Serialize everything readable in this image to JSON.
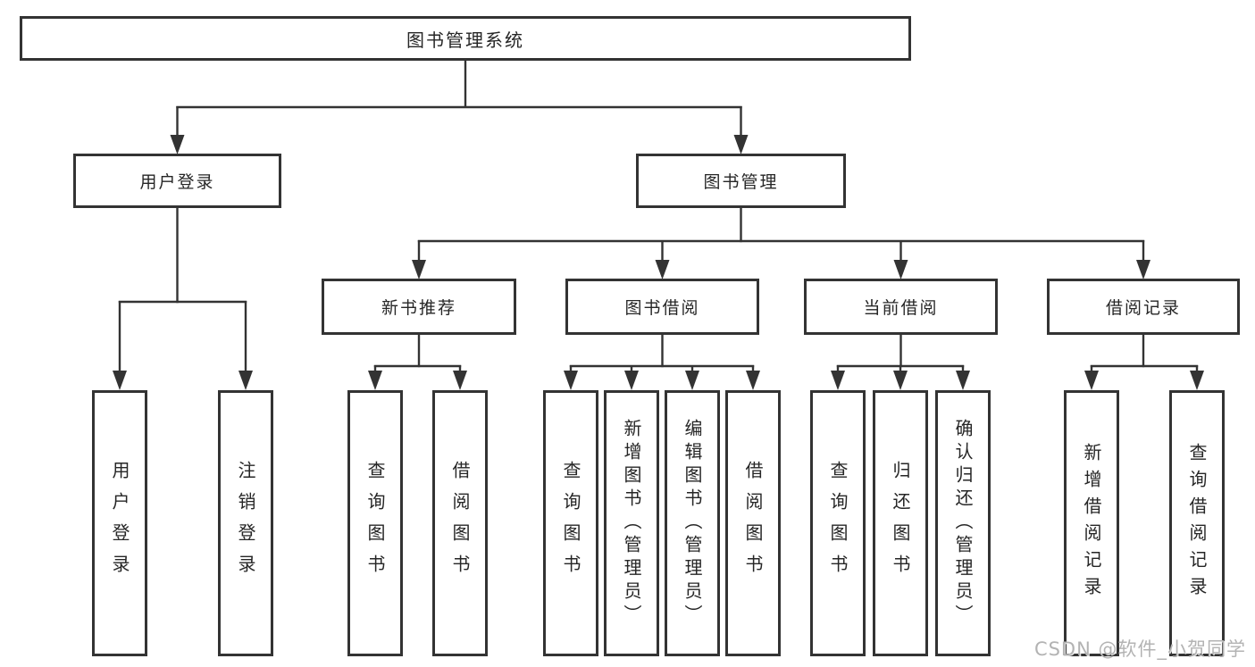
{
  "tree": {
    "label": "图书管理系统",
    "children": [
      {
        "label": "用户登录",
        "children": [
          {
            "label": "用户登录"
          },
          {
            "label": "注销登录"
          }
        ]
      },
      {
        "label": "图书管理",
        "children": [
          {
            "label": "新书推荐",
            "children": [
              {
                "label": "查询图书"
              },
              {
                "label": "借阅图书"
              }
            ]
          },
          {
            "label": "图书借阅",
            "children": [
              {
                "label": "查询图书"
              },
              {
                "label": "新增图书（管理员）"
              },
              {
                "label": "编辑图书（管理员）"
              },
              {
                "label": "借阅图书"
              }
            ]
          },
          {
            "label": "当前借阅",
            "children": [
              {
                "label": "查询图书"
              },
              {
                "label": "归还图书"
              },
              {
                "label": "确认归还（管理员）"
              }
            ]
          },
          {
            "label": "借阅记录",
            "children": [
              {
                "label": "新增借阅记录"
              },
              {
                "label": "查询借阅记录"
              }
            ]
          }
        ]
      }
    ]
  },
  "watermark": {
    "text": "CSDN @软件_小贺同学"
  },
  "colors": {
    "line": "#333333",
    "text": "#262626",
    "bg": "#ffffff",
    "watermark": "#b3b3b3"
  }
}
